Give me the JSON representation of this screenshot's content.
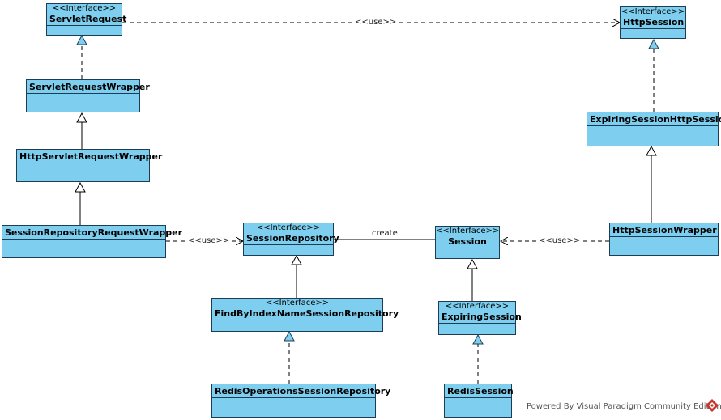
{
  "diagram": {
    "classes": {
      "servlet_request": {
        "stereotype": "<<Interface>>",
        "name": "ServletRequest"
      },
      "http_session": {
        "stereotype": "<<Interface>>",
        "name": "HttpSession"
      },
      "servlet_request_wrapper": {
        "name": "ServletRequestWrapper"
      },
      "http_servlet_request_wrapper": {
        "name": "HttpServletRequestWrapper"
      },
      "session_repository_request_wrapper": {
        "name": "SessionRepositoryRequestWrapper"
      },
      "session_repository": {
        "stereotype": "<<Interface>>",
        "name": "SessionRepository"
      },
      "session": {
        "stereotype": "<<Interface>>",
        "name": "Session"
      },
      "http_session_wrapper": {
        "name": "HttpSessionWrapper"
      },
      "expiring_session_http_session": {
        "name": "ExpiringSessionHttpSession"
      },
      "find_by_index_name_session_repository": {
        "stereotype": "<<Interface>>",
        "name": "FindByIndexNameSessionRepository"
      },
      "expiring_session": {
        "stereotype": "<<Interface>>",
        "name": "ExpiringSession"
      },
      "redis_operations_session_repository": {
        "name": "RedisOperationsSessionRepository"
      },
      "redis_session": {
        "name": "RedisSession"
      }
    },
    "labels": {
      "use_top": "<<use>>",
      "use_left": "<<use>>",
      "use_right": "<<use>>",
      "create": "create"
    },
    "colors": {
      "class_fill": "#7ecfef",
      "border": "#1d3d55",
      "line": "#000000"
    }
  },
  "footer": {
    "text": "Powered By Visual Paradigm Community Edition",
    "logo_icon": "visual-paradigm-logo-icon"
  }
}
